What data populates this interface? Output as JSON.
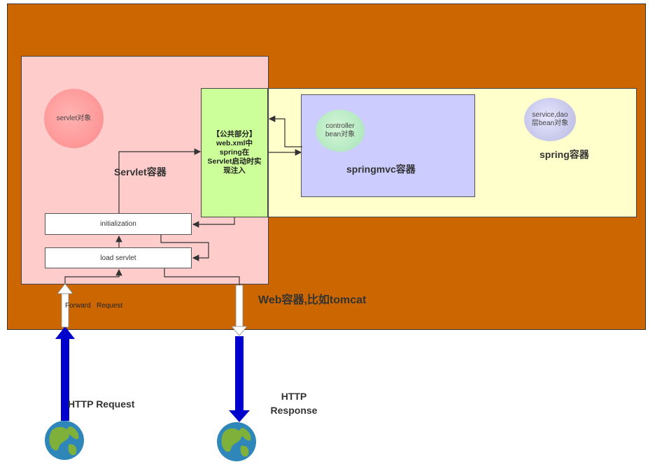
{
  "web_container": {
    "label": "Web容器,比如tomcat",
    "color": "#cc6600"
  },
  "servlet_container": {
    "label": "Servlet容器",
    "object_label": "servlet对象",
    "initialization_label": "initialization",
    "load_label": "load servlet",
    "color": "#ffcccc"
  },
  "common_part": {
    "lines": [
      "【公共部分】",
      "web.xml中",
      "spring在",
      "Servlet启动时实",
      "现注入"
    ],
    "color": "#ccff99"
  },
  "spring_container": {
    "label": "spring容器",
    "object_label": "service,dao 层bean对象",
    "color": "#ffffcc"
  },
  "springmvc_container": {
    "label": "springmvc容器",
    "object_label": "controller bean对象",
    "color": "#ccccff"
  },
  "http": {
    "forward_label": "Forward   Request",
    "request_label": "HTTP Request",
    "response_label": "HTTP Response"
  },
  "icons": [
    "globe-icon",
    "globe-icon"
  ]
}
